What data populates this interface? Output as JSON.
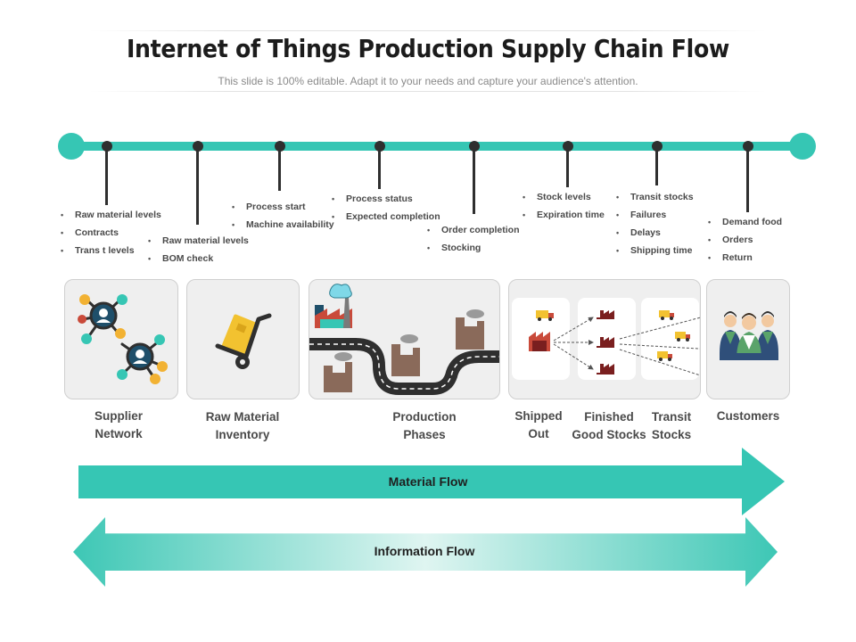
{
  "header": {
    "title": "Internet of Things Production Supply Chain Flow",
    "subtitle": "This slide is 100% editable. Adapt it to your needs and capture your audience's attention."
  },
  "timeline": {
    "points": [
      {
        "bullets": [
          "Raw material levels",
          "Contracts",
          "Trans t levels"
        ]
      },
      {
        "bullets": [
          "Raw material levels",
          "BOM check"
        ]
      },
      {
        "bullets": [
          "Process start",
          "Machine availability"
        ]
      },
      {
        "bullets": [
          "Process status",
          "Expected completion"
        ]
      },
      {
        "bullets": [
          "Order completion",
          "Stocking"
        ]
      },
      {
        "bullets": [
          "Stock levels",
          "Expiration time"
        ]
      },
      {
        "bullets": [
          "Transit stocks",
          "Failures",
          "Delays",
          "Shipping time"
        ]
      },
      {
        "bullets": [
          "Demand food",
          "Orders",
          "Return"
        ]
      }
    ]
  },
  "stages": {
    "supplier": {
      "line1": "Supplier",
      "line2": "Network"
    },
    "raw": {
      "line1": "Raw Material",
      "line2": "Inventory"
    },
    "production": {
      "line1": "Production",
      "line2": "Phases"
    },
    "shipped": {
      "line1": "Shipped",
      "line2": "Out"
    },
    "finished": {
      "line1": "Finished",
      "line2": "Good Stocks"
    },
    "transit": {
      "line1": "Transit",
      "line2": "Stocks"
    },
    "customers": {
      "line1": "Customers"
    }
  },
  "flows": {
    "material": "Material Flow",
    "information": "Information Flow"
  },
  "colors": {
    "accent": "#36c6b4",
    "node": "#2f2f2f",
    "factory": "#7a1f1f",
    "truck": "#f2c230"
  }
}
